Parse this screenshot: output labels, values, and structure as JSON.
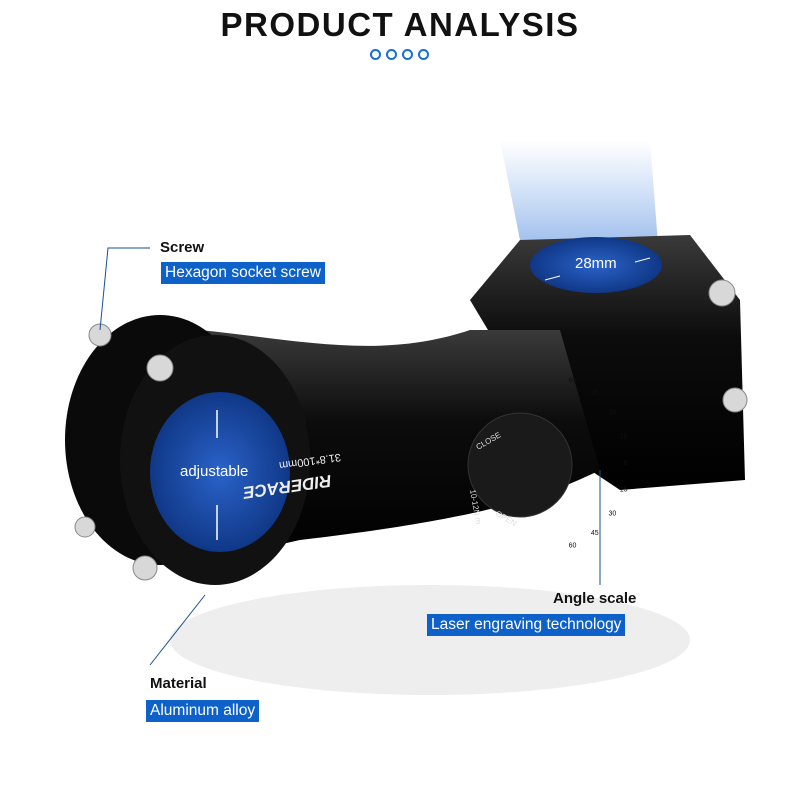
{
  "header": {
    "title": "PRODUCT ANALYSIS",
    "dot_count": 4
  },
  "product": {
    "brand": "RIDERACE",
    "size_marking": "31.8*100mm",
    "torque_marking": "10-12N m",
    "close_label": "CLOSE",
    "open_label": "OPEN",
    "angle_ticks": [
      "60",
      "45",
      "30",
      "15",
      "0",
      "15",
      "30",
      "45",
      "60"
    ]
  },
  "callouts": {
    "screw": {
      "title": "Screw",
      "desc": "Hexagon socket screw"
    },
    "angle": {
      "title": "Angle scale",
      "desc": "Laser engraving technology"
    },
    "material": {
      "title": "Material",
      "desc": "Aluminum alloy"
    },
    "clamp_diameter": "28mm",
    "bar_clamp": "adjustable"
  },
  "colors": {
    "accent": "#0d61c9",
    "product": "#111111",
    "line": "#1a4f8c"
  }
}
